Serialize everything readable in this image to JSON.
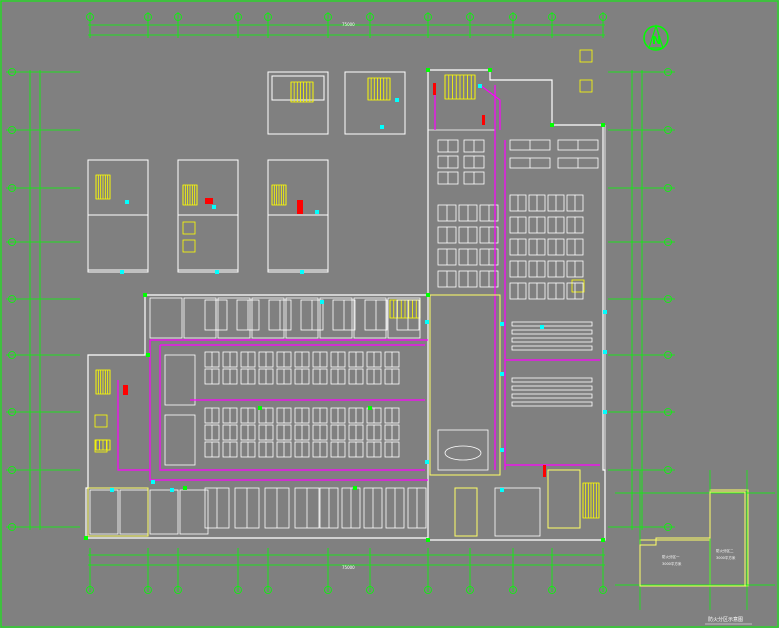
{
  "drawing": {
    "background_color": "#808080",
    "colors": {
      "grid": "#00ff00",
      "walls": "#ffffff",
      "stairs": "#ffff00",
      "corridor": "#ff00ff",
      "doors": "#00ffff",
      "fire": "#ff0000",
      "outline": "#ffff66"
    },
    "north_arrow": {
      "icon": "north-arrow-icon",
      "text": "N"
    },
    "dimension_top_total": "75000",
    "dimension_bottom_total": "75000",
    "keymap": {
      "caption": "防火分区示意图",
      "zone_a": "防火分区一",
      "zone_a_area": "3000平方米",
      "zone_b": "防火分区二",
      "zone_b_area": "3000平方米"
    }
  }
}
